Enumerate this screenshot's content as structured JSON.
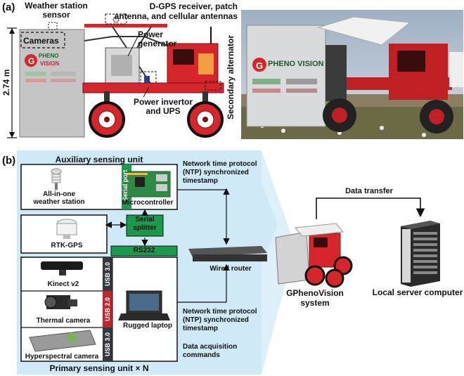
{
  "panel_a": {
    "letter": "(a)",
    "labels": {
      "weather_station_sensor": "Weather station sensor",
      "dgps": "D-GPS receiver, patch antenna, and cellular antennas",
      "cameras": "Cameras",
      "power_generator": "Power generator",
      "power_invertor": "Power invertor and UPS",
      "secondary_alternator": "Secondary alternator",
      "height": "2.74 m"
    },
    "photo": {
      "sign_brand": "GPhenoVision",
      "sign_brand_g": "G",
      "sign_brand_rest": "PHENO VISION"
    }
  },
  "panel_b": {
    "letter": "(b)",
    "auxiliary_title": "Auxiliary sensing unit",
    "primary_title": "Primary sensing unit × N",
    "serial_port": "Serial port",
    "weather_station": "All-in-one weather station",
    "microcontroller": "Microcontroller",
    "rtk_gps": "RTK-GPS",
    "serial_splitter": "Serial splitter",
    "rs232": "RS232",
    "kinect": "Kinect v2",
    "thermal": "Thermal camera",
    "hyperspectral": "Hyperspectral camera",
    "usb1": "USB 3.0",
    "usb2": "USB 2.0",
    "usb3": "USB 3.0",
    "laptop": "Rugged laptop",
    "router": "Wired router",
    "ntp_top": "Network time protocol (NTP) synchronized timestamp",
    "ntp_bottom": "Network time protocol (NTP) synchronized timestamp",
    "commands": "Data acquisition commands",
    "data_transfer": "Data transfer",
    "system": "GPhenoVision system",
    "server": "Local server computer"
  },
  "colors": {
    "panel_bg": "#cfe9f6",
    "port_green": "#1a9a4a",
    "usb_dark": "#33393f",
    "usb_red": "#c0272d",
    "vehicle_red": "#d6262b"
  }
}
